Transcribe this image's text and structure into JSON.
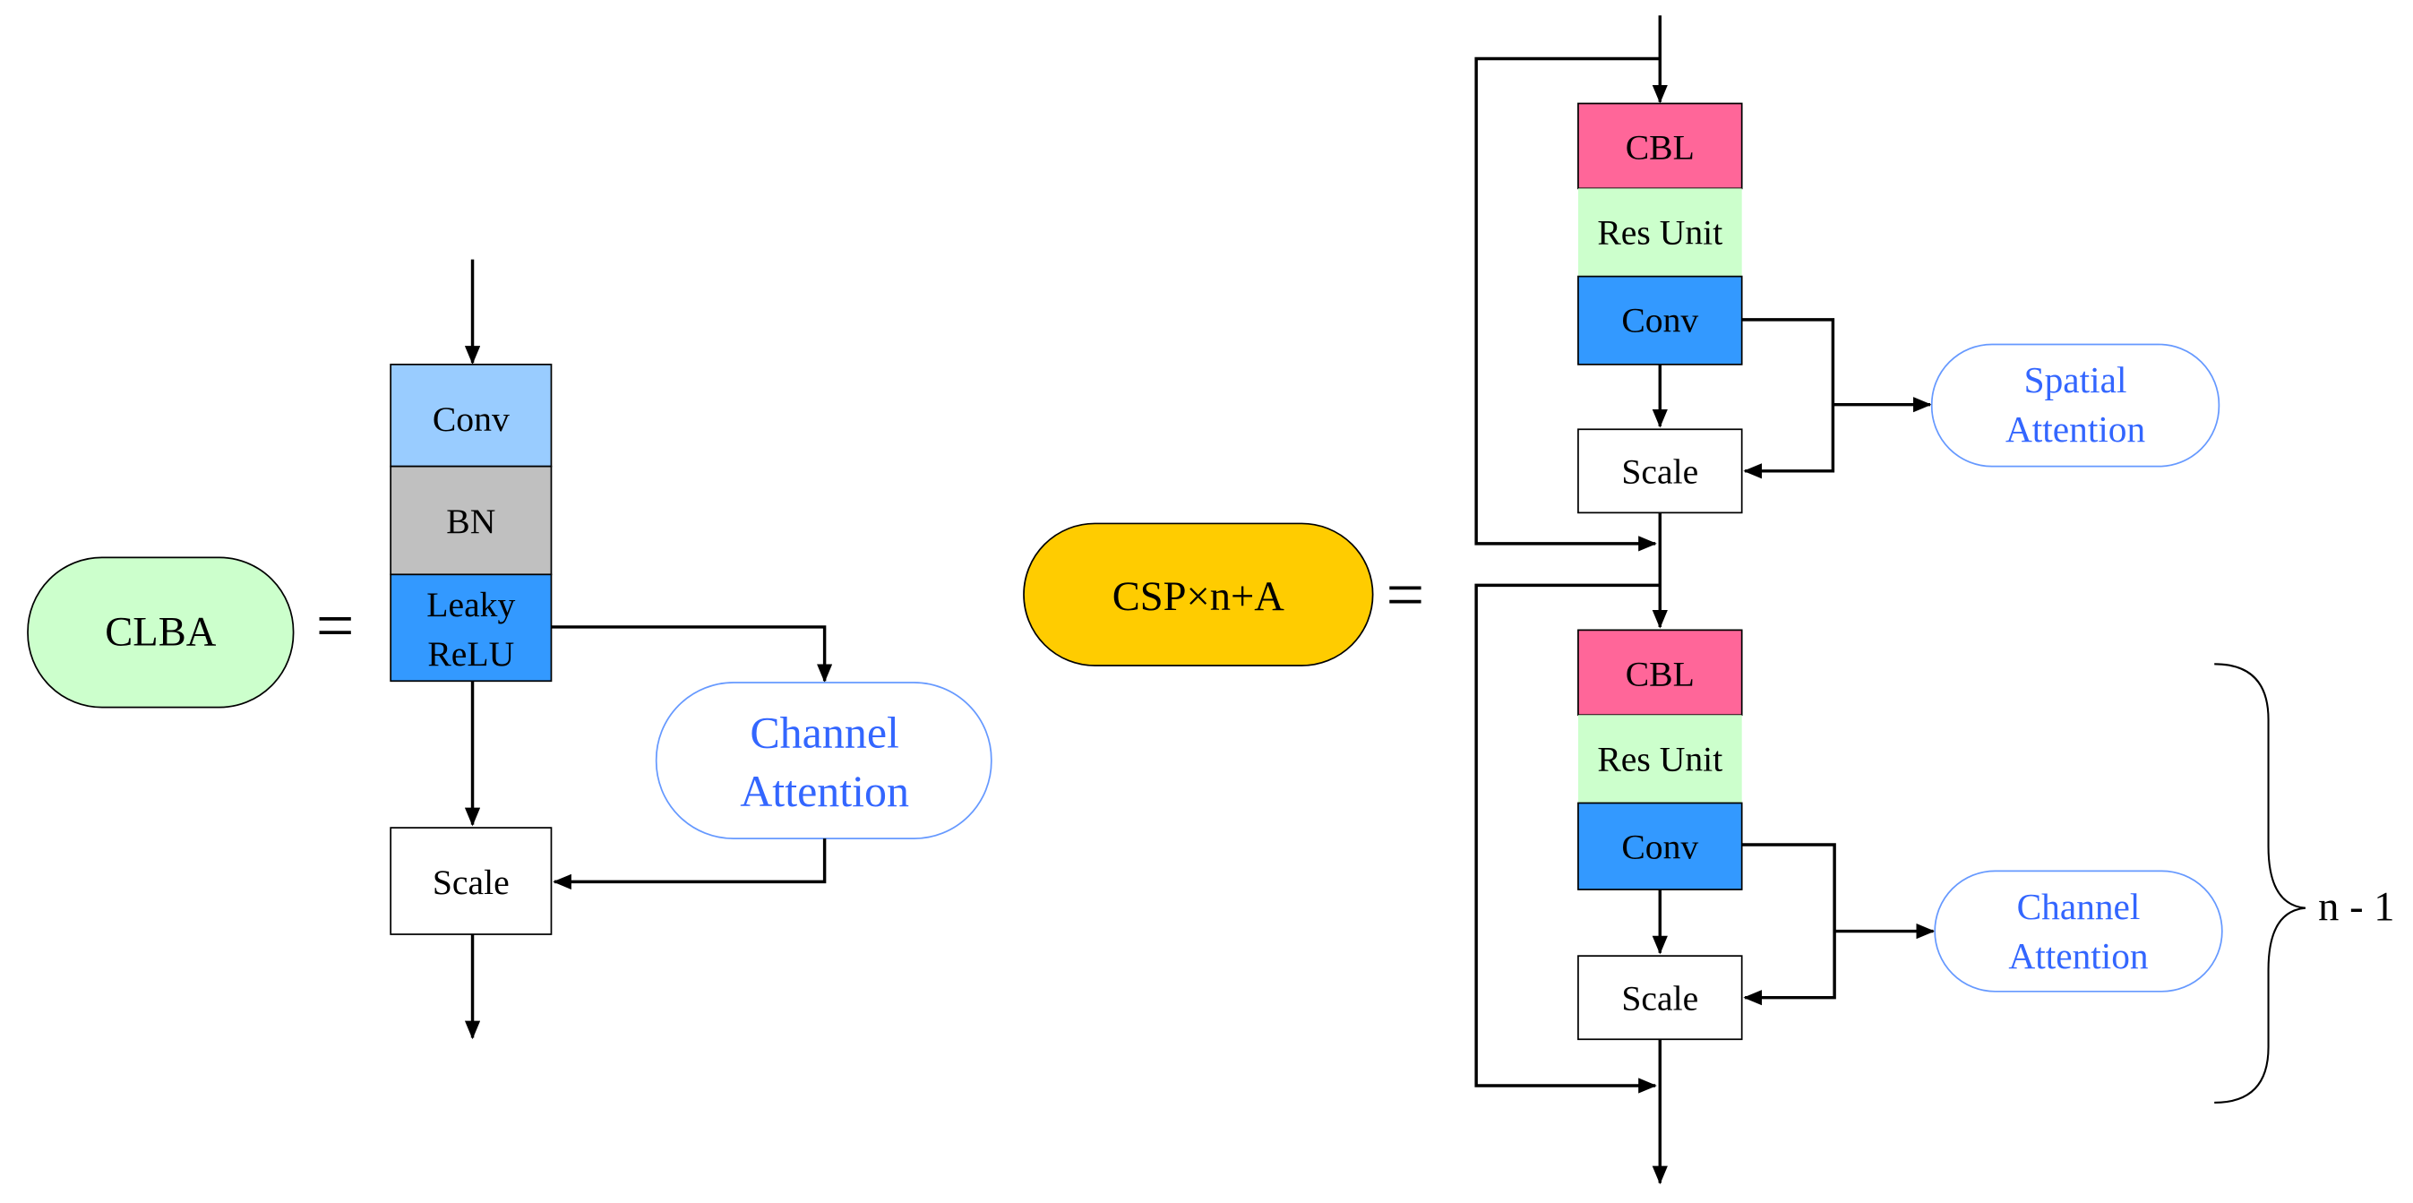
{
  "clba": {
    "label": "CLBA",
    "equals": "=",
    "blocks": {
      "conv": "Conv",
      "bn": "BN",
      "leaky_line1": "Leaky",
      "leaky_line2": "ReLU",
      "scale": "Scale"
    },
    "attention": {
      "line1": "Channel",
      "line2": "Attention"
    }
  },
  "csp": {
    "label": "CSP×n+A",
    "equals": "=",
    "top_unit": {
      "cbl": "CBL",
      "res": "Res Unit",
      "conv": "Conv",
      "scale": "Scale",
      "attention": {
        "line1": "Spatial",
        "line2": "Attention"
      }
    },
    "bottom_unit": {
      "cbl": "CBL",
      "res": "Res Unit",
      "conv": "Conv",
      "scale": "Scale",
      "attention": {
        "line1": "Channel",
        "line2": "Attention"
      }
    },
    "repeat_label": "n - 1"
  },
  "colors": {
    "clba_fill": "#ccffcc",
    "csp_fill": "#ffcc00",
    "conv_light": "#99ccff",
    "bn": "#c0c0c0",
    "conv_blue": "#3399ff",
    "cbl": "#ff6699",
    "res_unit": "#ccffcc",
    "attention_text": "#3366ff",
    "attention_stroke": "#6699ff"
  }
}
